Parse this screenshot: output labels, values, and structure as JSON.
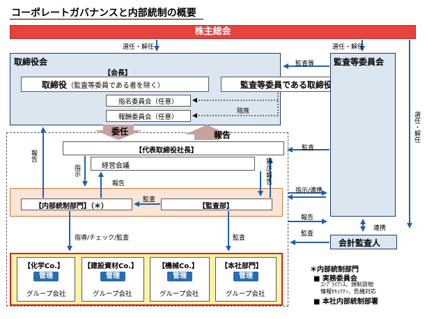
{
  "title": "コーポレートガバナンスと内部統制の概要",
  "shareholders": "株主総会",
  "board": {
    "title": "取締役会",
    "chair": "【会長】",
    "director_main": "取締役",
    "director_note": "（監査等委員である者を除く）",
    "audit_director": "監査等委員である取締役",
    "nomination": "指名委員会（任意）",
    "compensation": "報酬委員会（任意）"
  },
  "audit_committee": "監査等委員会",
  "president": "【代表取締役社長】",
  "management_meeting": "経営会議",
  "internal_control_dept": "【内部統制部門】（＊）",
  "audit_dept": "【監査部】",
  "accounting_auditor": "会計監査人",
  "arrows": {
    "delegate": "委任",
    "report_big": "報告",
    "elect_dismiss_left": "選任・解任",
    "elect_dismiss_right": "選任・解任",
    "elect_dismiss_vertical": "選任・解任",
    "audit_etc": "監査等",
    "attend": "陪席",
    "audit_president": "監査",
    "report_left": "報告",
    "instruct": "指示",
    "report_mid": "報告",
    "instruct_report": "指示/報告",
    "audit_between": "監査",
    "instruct_coop": "指示/連携",
    "report_right": "報告",
    "audit_accounting": "監査",
    "coop": "連携",
    "guide_check_audit": "指導/チェック/監査",
    "audit_down": "監査"
  },
  "companies": [
    {
      "name": "【化学Co.】",
      "badge": "管理",
      "sub": "グループ会社"
    },
    {
      "name": "【建設資材Co.】",
      "badge": "管理",
      "sub": "グループ会社"
    },
    {
      "name": "【機械Co.】",
      "badge": "管理",
      "sub": "グループ会社"
    },
    {
      "name": "【本社部門】",
      "badge": "管理",
      "sub": "グループ会社"
    }
  ],
  "notes": {
    "title": "＊内部統制部門",
    "item1": "■ 実務委員会",
    "item1_sub1": "ｺﾝﾌﾟﾗｲｱﾝｽ、規制貨物",
    "item1_sub2": "情報ｾｷｭﾘﾃｨ、危機対応",
    "item2": "■ 本社内部統制部署"
  }
}
